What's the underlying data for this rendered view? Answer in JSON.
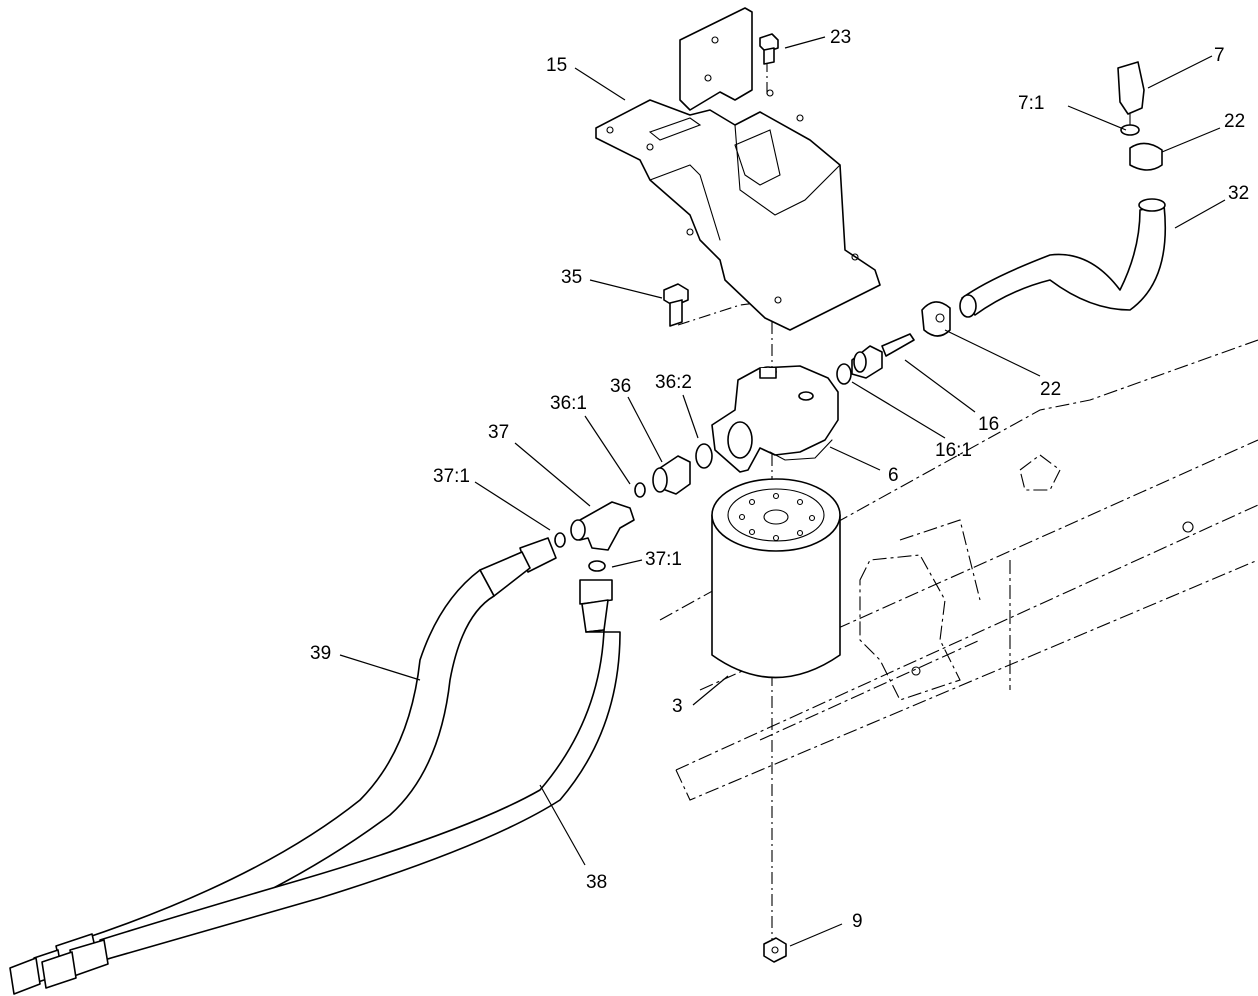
{
  "callouts": {
    "c15": "15",
    "c23": "23",
    "c7": "7",
    "c7_1": "7:1",
    "c22_top": "22",
    "c32": "32",
    "c35": "35",
    "c22_mid": "22",
    "c36": "36",
    "c36_2": "36:2",
    "c36_1": "36:1",
    "c37": "37",
    "c16": "16",
    "c16_1": "16:1",
    "c37_1_left": "37:1",
    "c6": "6",
    "c37_1_right": "37:1",
    "c39": "39",
    "c3": "3",
    "c38": "38",
    "c9": "9"
  }
}
